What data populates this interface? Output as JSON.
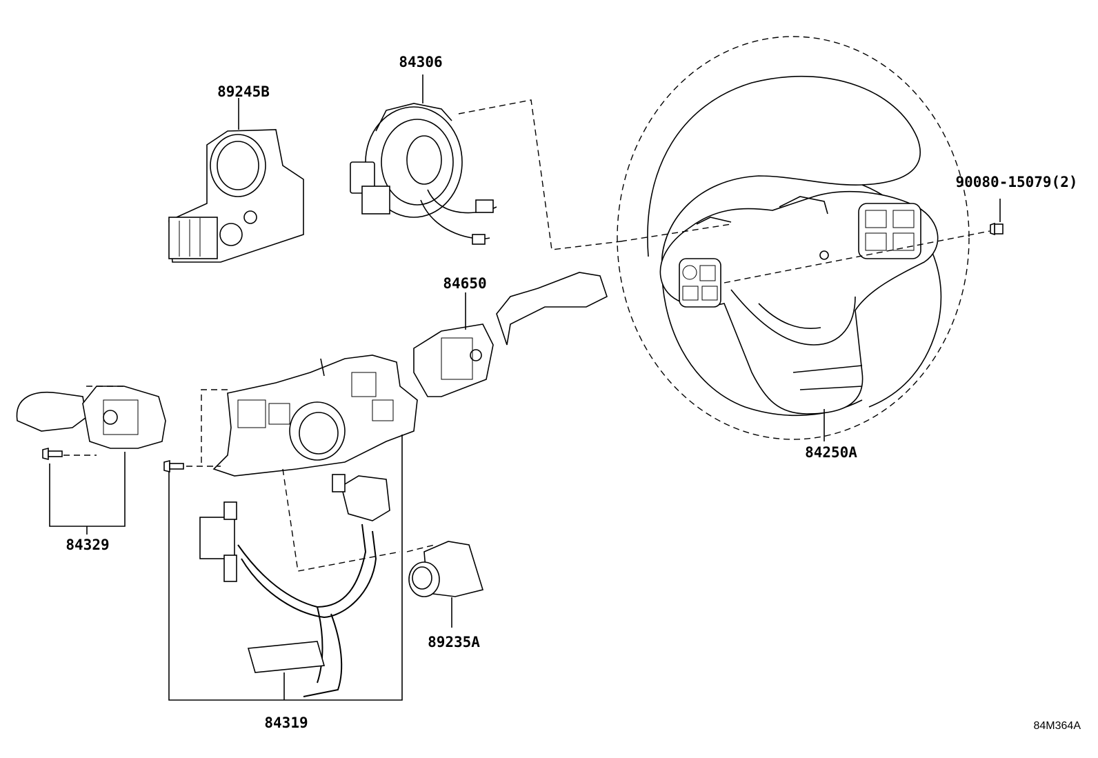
{
  "parts": {
    "p89245B": "89245B",
    "p84306": "84306",
    "p84650": "84650",
    "p84250A": "84250A",
    "p90080": "90080-15079(2)",
    "p84329": "84329",
    "p84319": "84319",
    "p89235A": "89235A"
  },
  "diagram_code": "84M364A"
}
